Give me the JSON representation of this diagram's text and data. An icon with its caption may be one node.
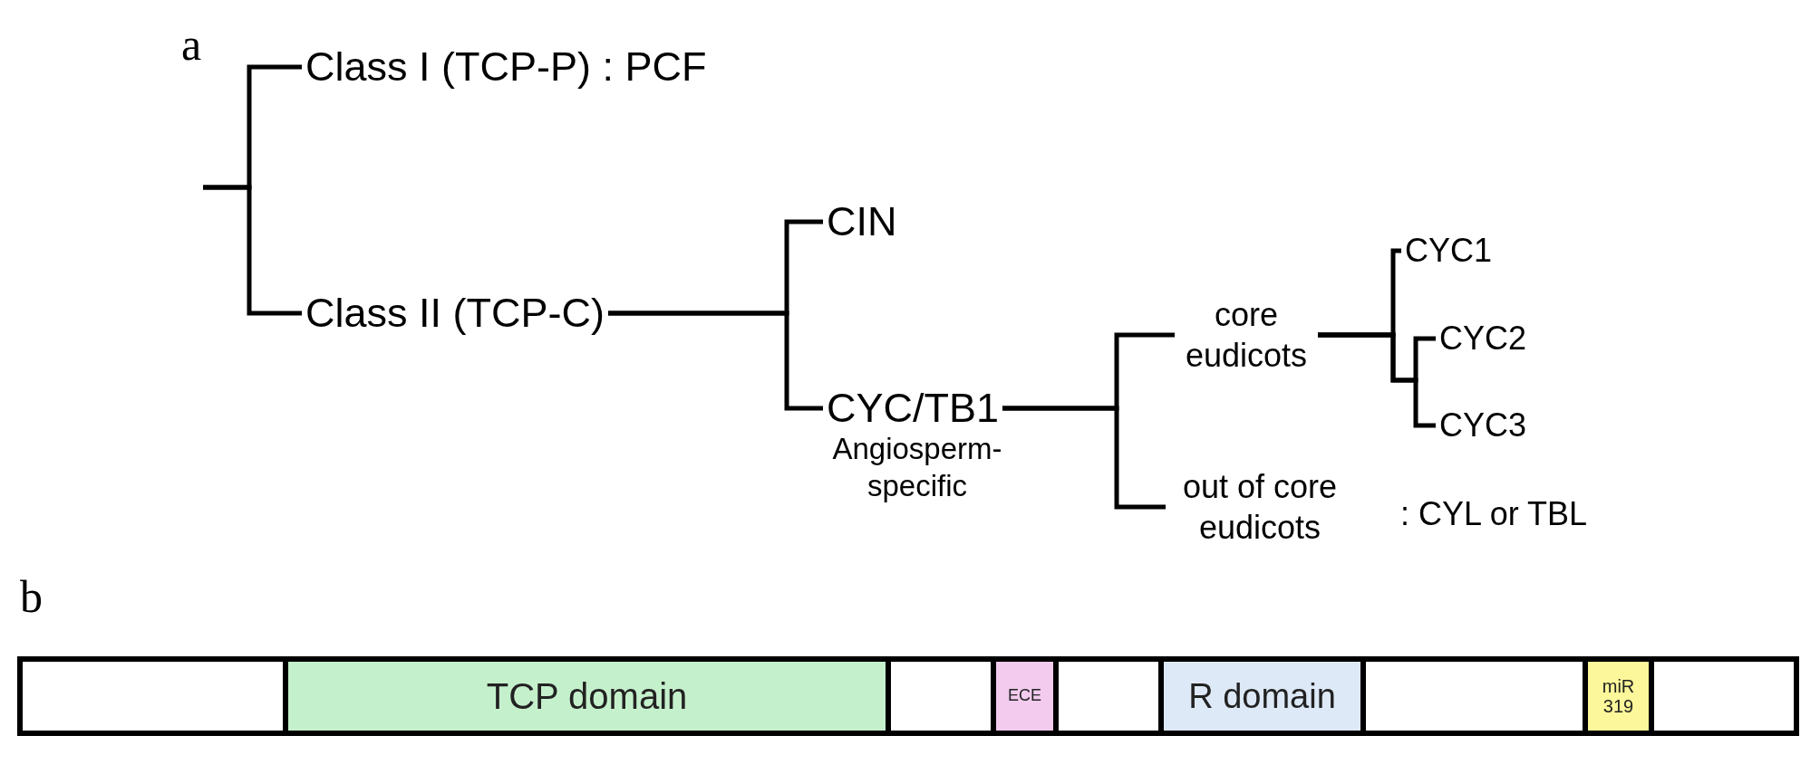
{
  "diagram": {
    "nodes": [
      {
        "text": [
          "Class I (TCP-P) : PCF"
        ]
      },
      {
        "text": [
          "Class II (TCP-C)"
        ]
      },
      {
        "text": [
          "CIN"
        ]
      },
      {
        "text": [
          "CYC/TB1"
        ],
        "beside": [
          "Angiosperm-specific"
        ]
      },
      {
        "text": [
          "core eudicots"
        ]
      },
      {
        "text": [
          "out of core eudicots"
        ],
        "beside": [
          ": CYL or TBL"
        ]
      },
      {
        "text": [
          "CYC1"
        ]
      },
      {
        "text": [
          "CYC2"
        ]
      },
      {
        "text": [
          "CYC3"
        ]
      },
      {
        "text": [],
        "shape": "box"
      },
      {
        "text": [
          "TCP domain"
        ]
      },
      {
        "text": [],
        "shape": "box"
      },
      {
        "text": [
          "ECE"
        ]
      },
      {
        "text": [],
        "shape": "box"
      },
      {
        "text": [
          "R domain"
        ]
      },
      {
        "text": [],
        "shape": "box"
      },
      {
        "text": [
          "miR 319"
        ]
      },
      {
        "text": [],
        "shape": "box"
      }
    ],
    "edges": [
      {
        "from": null,
        "to": 0,
        "arrow": "none"
      },
      {
        "from": null,
        "to": 1,
        "arrow": "none"
      },
      {
        "from": 1,
        "to": 2,
        "arrow": "none"
      },
      {
        "from": 1,
        "to": 3,
        "arrow": "none"
      },
      {
        "from": 3,
        "to": 4,
        "arrow": "none"
      },
      {
        "from": 3,
        "to": 5,
        "arrow": "none"
      },
      {
        "from": 4,
        "to": 6,
        "arrow": "none"
      },
      {
        "from": 4,
        "to": 7,
        "arrow": "none"
      },
      {
        "from": 4,
        "to": 8,
        "arrow": "none"
      }
    ],
    "labels": [
      "a",
      "b"
    ]
  }
}
